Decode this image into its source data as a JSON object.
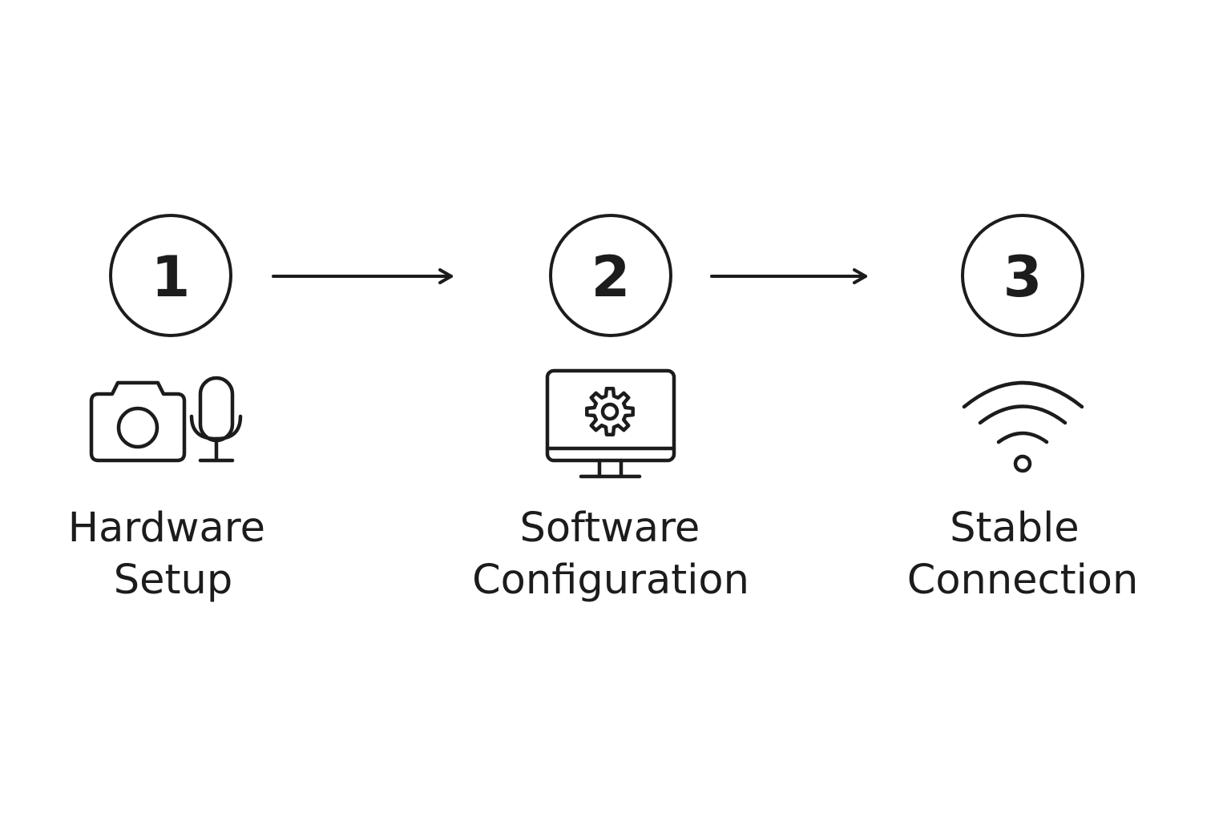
{
  "colors": {
    "stroke": "#1c1c1c",
    "background": "#ffffff"
  },
  "steps": [
    {
      "number": "1",
      "label_lines": [
        "Hardware",
        "Setup"
      ],
      "icons": [
        "camera-icon",
        "microphone-icon"
      ]
    },
    {
      "number": "2",
      "label_lines": [
        "Software",
        "Configuration"
      ],
      "icons": [
        "monitor-gear-icon"
      ]
    },
    {
      "number": "3",
      "label_lines": [
        "Stable",
        "Connection"
      ],
      "icons": [
        "wifi-icon"
      ]
    }
  ],
  "arrows": [
    {
      "from": "1",
      "to": "2"
    },
    {
      "from": "2",
      "to": "3"
    }
  ]
}
